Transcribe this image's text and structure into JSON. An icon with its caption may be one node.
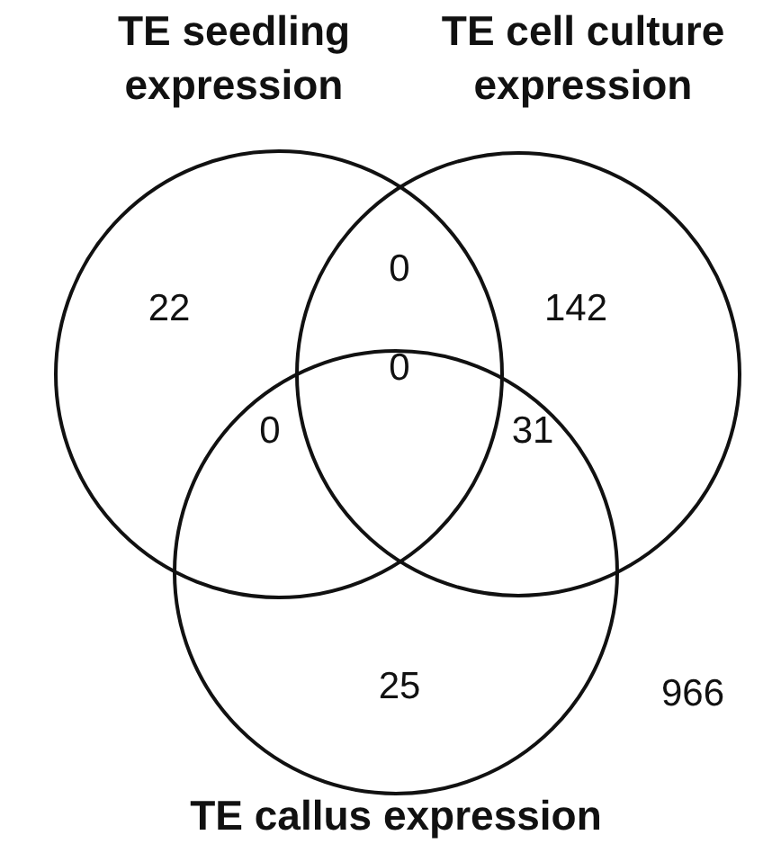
{
  "diagram": {
    "nodes": [
      {
        "text": [
          "TE seedling expression"
        ]
      },
      {
        "text": [
          "TE cell culture expression"
        ]
      },
      {
        "text": [
          "TE callus expression"
        ]
      }
    ],
    "edges": [],
    "labels": [
      "22",
      "0",
      "142",
      "0",
      "0",
      "31",
      "25",
      "966"
    ]
  }
}
